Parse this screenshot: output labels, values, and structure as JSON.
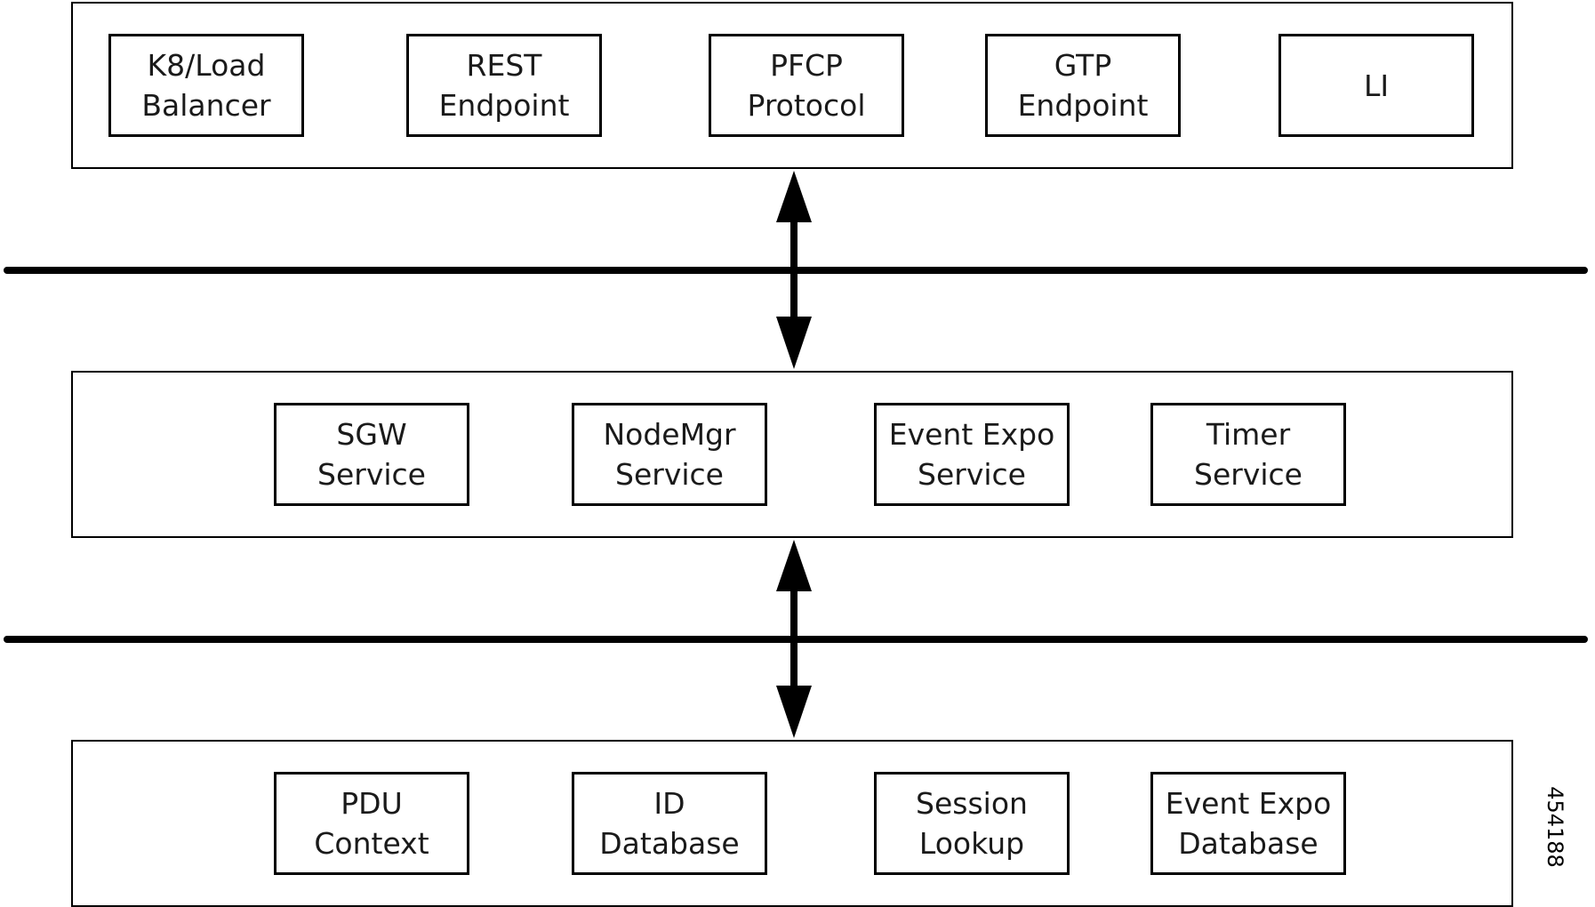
{
  "layers": {
    "top": {
      "boxes": [
        {
          "line1": "K8/Load",
          "line2": "Balancer"
        },
        {
          "line1": "REST",
          "line2": "Endpoint"
        },
        {
          "line1": "PFCP",
          "line2": "Protocol"
        },
        {
          "line1": "GTP",
          "line2": "Endpoint"
        },
        {
          "line1": "LI",
          "line2": ""
        }
      ]
    },
    "middle": {
      "boxes": [
        {
          "line1": "SGW",
          "line2": "Service"
        },
        {
          "line1": "NodeMgr",
          "line2": "Service"
        },
        {
          "line1": "Event Expo",
          "line2": "Service"
        },
        {
          "line1": "Timer",
          "line2": "Service"
        }
      ]
    },
    "bottom": {
      "boxes": [
        {
          "line1": "PDU",
          "line2": "Context"
        },
        {
          "line1": "ID",
          "line2": "Database"
        },
        {
          "line1": "Session",
          "line2": "Lookup"
        },
        {
          "line1": "Event Expo",
          "line2": "Database"
        }
      ]
    }
  },
  "figure_id": "454188"
}
